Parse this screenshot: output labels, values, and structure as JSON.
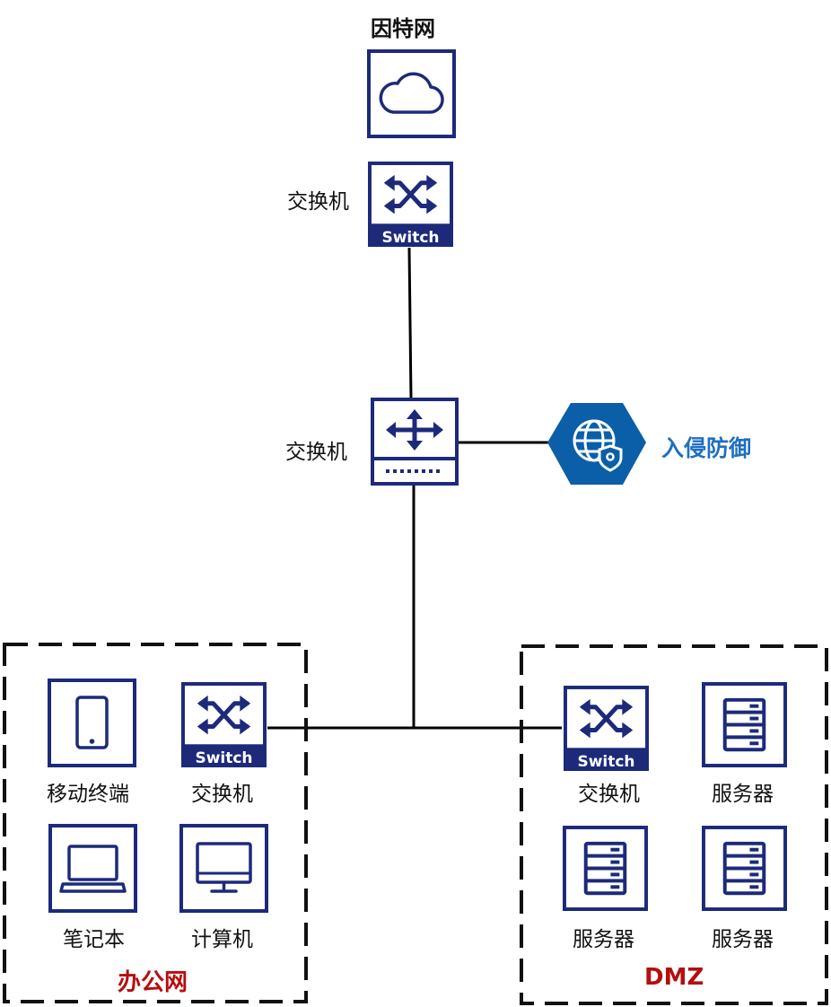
{
  "colors": {
    "device_blue": "#1d2a7a",
    "ips_blue": "#0b5fa8",
    "ips_label": "#1f6fbf",
    "zone_title_red": "#b40f0f",
    "line": "#000000"
  },
  "internet": {
    "title": "因特网",
    "icon": "cloud-icon"
  },
  "core": {
    "top_switch": {
      "label": "交换机",
      "icon_text": "Switch",
      "icon": "switch-icon"
    },
    "router": {
      "label": "交换机",
      "icon": "router-icon"
    },
    "ips": {
      "label": "入侵防御",
      "icon": "globe-shield-icon"
    }
  },
  "office": {
    "title": "办公网",
    "devices": [
      {
        "label": "移动终端",
        "icon": "mobile-icon"
      },
      {
        "label": "交换机",
        "icon": "switch-icon",
        "icon_text": "Switch"
      },
      {
        "label": "笔记本",
        "icon": "laptop-icon"
      },
      {
        "label": "计算机",
        "icon": "monitor-icon"
      }
    ]
  },
  "dmz": {
    "title": "DMZ",
    "devices": [
      {
        "label": "交换机",
        "icon": "switch-icon",
        "icon_text": "Switch"
      },
      {
        "label": "服务器",
        "icon": "server-icon"
      },
      {
        "label": "服务器",
        "icon": "server-icon"
      },
      {
        "label": "服务器",
        "icon": "server-icon"
      }
    ]
  }
}
